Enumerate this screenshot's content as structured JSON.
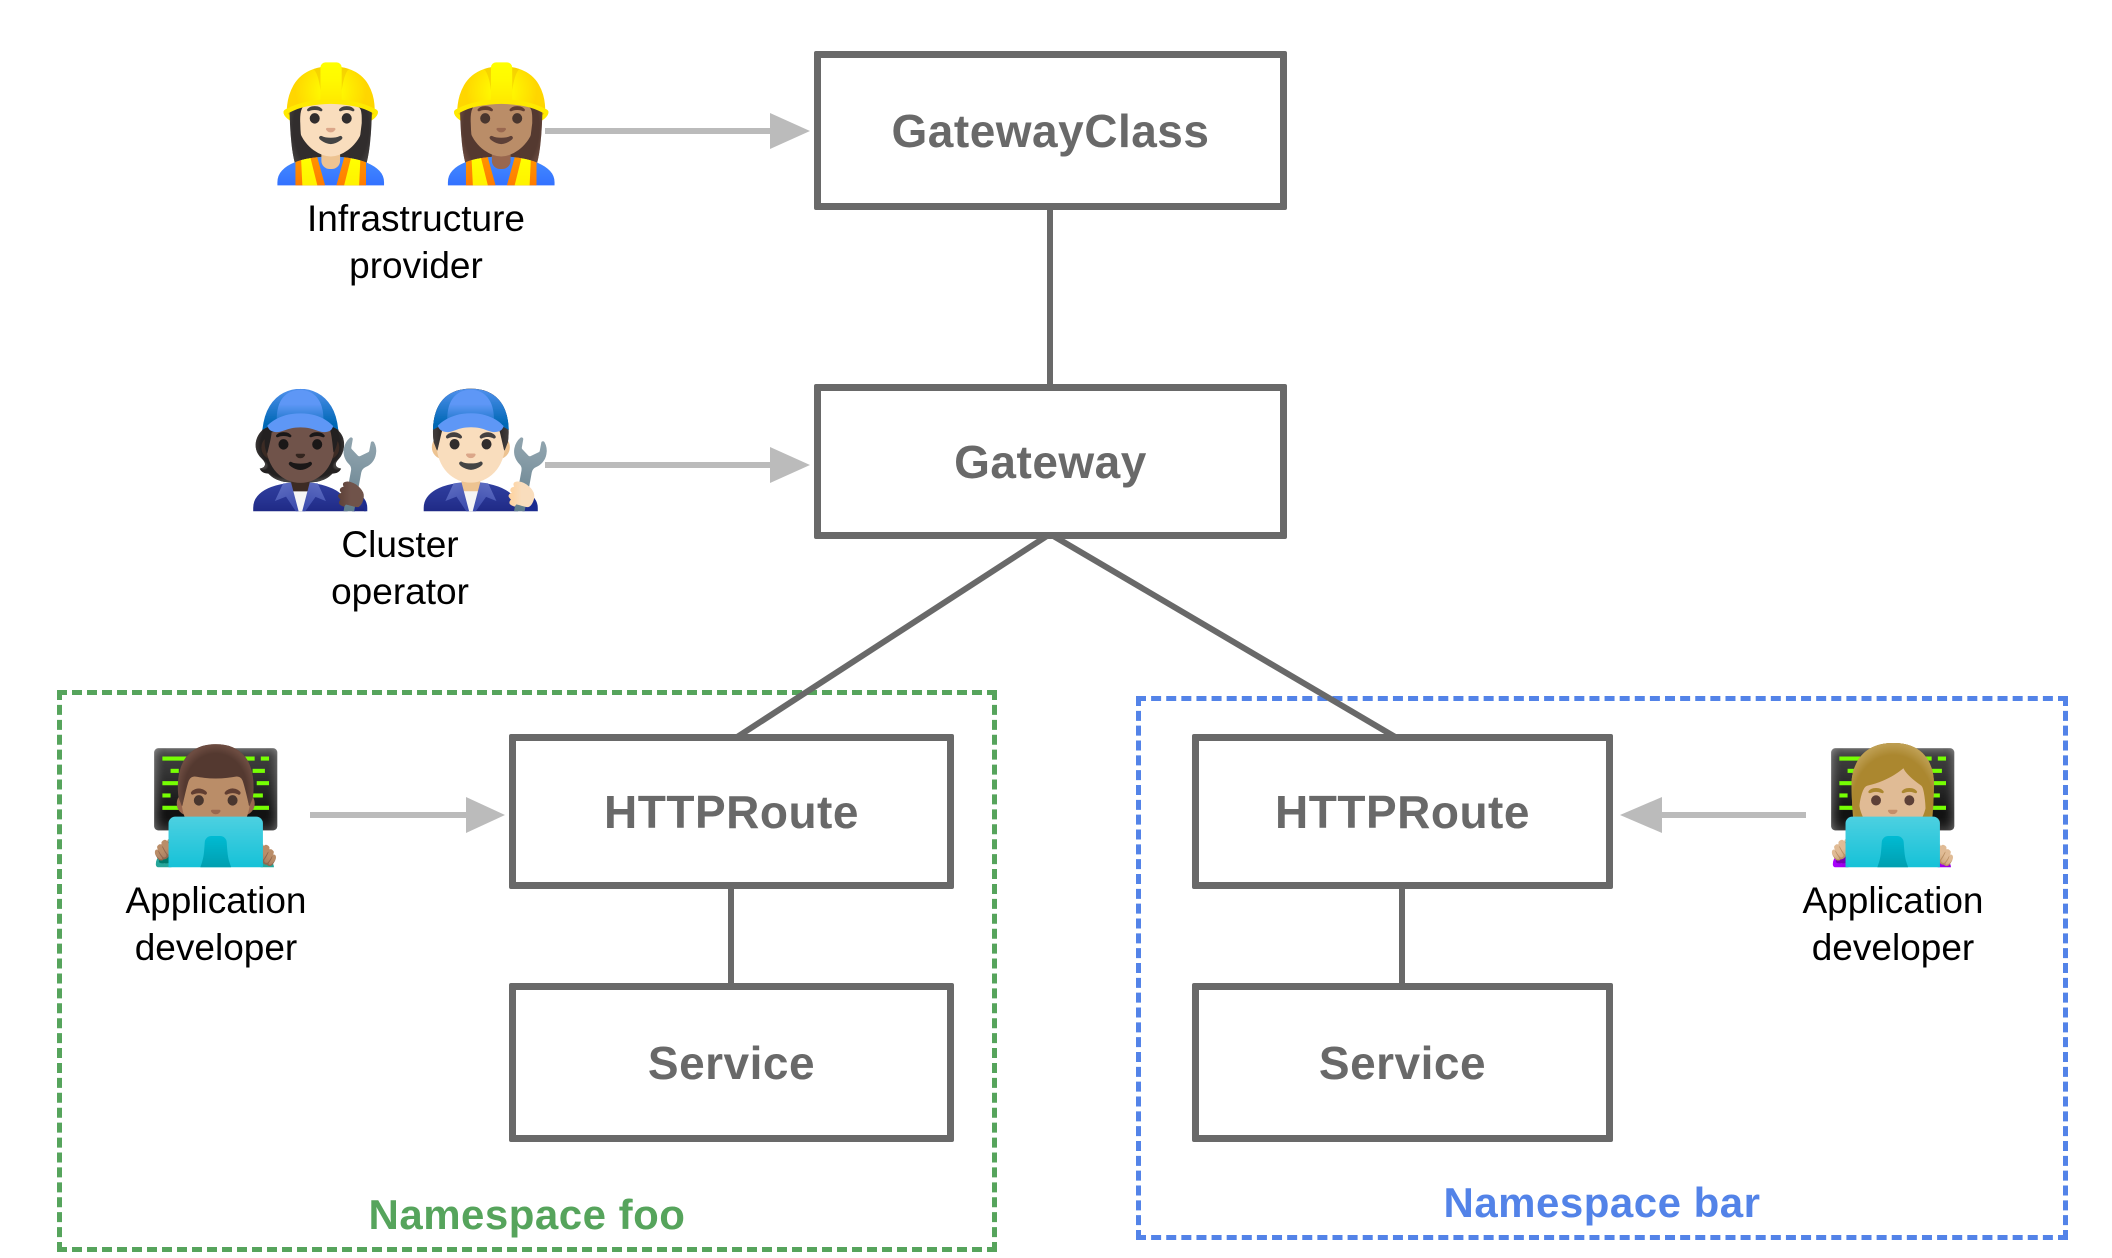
{
  "colors": {
    "node_border": "#696969",
    "node_text": "#696969",
    "connector": "#696969",
    "arrow": "#BBBBBB",
    "namespace_foo": "#56A45C",
    "namespace_bar": "#5383E8",
    "persona_text": "#000000",
    "background": "#FFFFFF"
  },
  "nodes": {
    "gatewayclass": {
      "label": "GatewayClass"
    },
    "gateway": {
      "label": "Gateway"
    },
    "httproute_foo": {
      "label": "HTTPRoute"
    },
    "service_foo": {
      "label": "Service"
    },
    "httproute_bar": {
      "label": "HTTPRoute"
    },
    "service_bar": {
      "label": "Service"
    }
  },
  "namespaces": {
    "foo": {
      "label": "Namespace foo"
    },
    "bar": {
      "label": "Namespace bar"
    }
  },
  "personas": {
    "infrastructure_provider": {
      "emoji": "👷🏻‍♀️ 👷🏽‍♀️",
      "label": "Infrastructure\nprovider"
    },
    "cluster_operator": {
      "emoji": "🧑🏿‍🔧 👨🏻‍🔧",
      "label": "Cluster\noperator"
    },
    "app_developer_foo": {
      "emoji": "👨🏽‍💻",
      "label": "Application\ndeveloper"
    },
    "app_developer_bar": {
      "emoji": "👩🏼‍💻",
      "label": "Application\ndeveloper"
    }
  }
}
